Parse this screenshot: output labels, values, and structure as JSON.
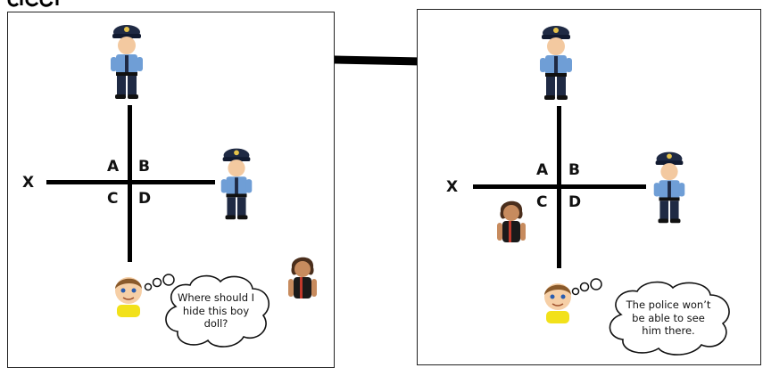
{
  "panels": [
    {
      "id": "before",
      "quadrants": [
        "A",
        "B",
        "C",
        "D"
      ],
      "axis_label": "X",
      "thought": "Where should I hide this boy doll?"
    },
    {
      "id": "after",
      "quadrants": [
        "A",
        "B",
        "C",
        "D"
      ],
      "axis_label": "X",
      "thought": "The police won’t be able to see him there."
    }
  ],
  "icons": {
    "police": "police-officer-icon",
    "child": "boy-child-icon",
    "doll": "boy-doll-icon",
    "arrow": "right-arrow-icon"
  },
  "colors": {
    "police_uniform": "#6f9ed6",
    "police_pants": "#1f2a44",
    "line": "#000000",
    "child_shirt": "#f2e11a",
    "doll_shirt": "#c0392b"
  }
}
